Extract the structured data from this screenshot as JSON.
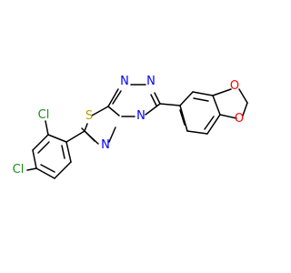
{
  "colors": {
    "background": "#ffffff",
    "bond": "#000000",
    "nitrogen": "#0000ff",
    "oxygen": "#ff0000",
    "sulfur": "#b8a000",
    "chlorine": "#1a8f1a"
  },
  "atom_labels": [
    {
      "id": "n1",
      "text": "N",
      "element": "nitrogen"
    },
    {
      "id": "n2",
      "text": "N",
      "element": "nitrogen"
    },
    {
      "id": "n3",
      "text": "N",
      "element": "nitrogen"
    },
    {
      "id": "n4",
      "text": "N",
      "element": "nitrogen"
    },
    {
      "id": "s1",
      "text": "S",
      "element": "sulfur"
    },
    {
      "id": "o1",
      "text": "O",
      "element": "oxygen"
    },
    {
      "id": "o2",
      "text": "O",
      "element": "oxygen"
    },
    {
      "id": "cl1",
      "text": "Cl",
      "element": "chlorine"
    },
    {
      "id": "cl2",
      "text": "Cl",
      "element": "chlorine"
    }
  ]
}
